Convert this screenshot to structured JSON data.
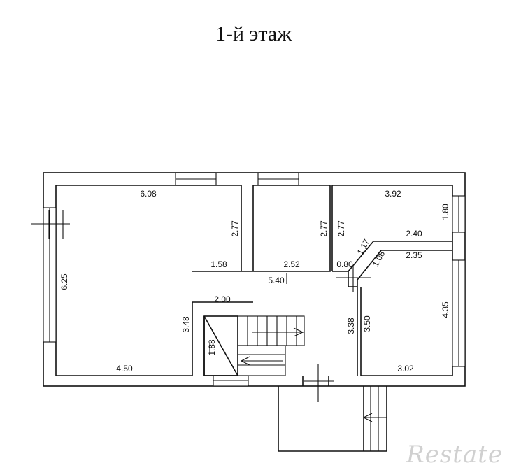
{
  "title": "1-й этаж",
  "watermark": "Restate",
  "dimensions": {
    "left_room_top": "6.08",
    "left_room_side": "6.25",
    "left_room_bottom": "4.50",
    "left_room_inner_height": "2.77",
    "left_partition": "1.58",
    "middle_room_height": "2.77",
    "middle_room_width": "2.52",
    "hall_width": "5.40",
    "stair_width": "2.00",
    "stair_height": "3.48",
    "stair_inner": "1.88",
    "right_corridor_height": "2.77",
    "right_top_width": "3.92",
    "right_top_height": "1.80",
    "diag_wall_outer": "1.17",
    "diag_wall_inner": "1.08",
    "right_room_top_outer": "2.40",
    "right_room_top_inner": "2.35",
    "door_gap": "0.80",
    "corridor_height": "3.38",
    "right_room_inner_height": "3.50",
    "right_room_height": "4.35",
    "right_room_bottom": "3.02"
  }
}
